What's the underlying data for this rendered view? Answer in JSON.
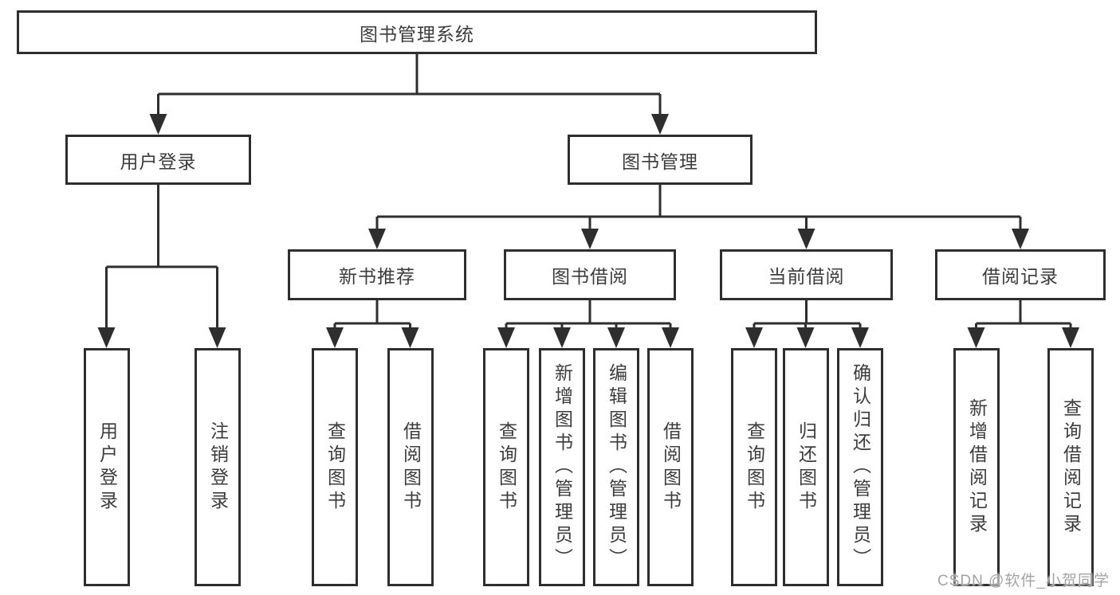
{
  "colors": {
    "line": "#2e2e2e",
    "text": "#3c3c3c",
    "watermark": "#a3a3a3",
    "bg": "#ffffff"
  },
  "tree": {
    "label": "图书管理系统",
    "children": [
      {
        "label": "用户登录",
        "children": [
          {
            "label": "用户登录"
          },
          {
            "label": "注销登录"
          }
        ]
      },
      {
        "label": "图书管理",
        "children": [
          {
            "label": "新书推荐",
            "children": [
              {
                "label": "查询图书"
              },
              {
                "label": "借阅图书"
              }
            ]
          },
          {
            "label": "图书借阅",
            "children": [
              {
                "label": "查询图书"
              },
              {
                "label": "新增图书（管理员）"
              },
              {
                "label": "编辑图书（管理员）"
              },
              {
                "label": "借阅图书"
              }
            ]
          },
          {
            "label": "当前借阅",
            "children": [
              {
                "label": "查询图书"
              },
              {
                "label": "归还图书"
              },
              {
                "label": "确认归还（管理员）"
              }
            ]
          },
          {
            "label": "借阅记录",
            "children": [
              {
                "label": "新增借阅记录"
              },
              {
                "label": "查询借阅记录"
              }
            ]
          }
        ]
      }
    ]
  },
  "watermark": {
    "text": "CSDN @软件_小贺同学"
  }
}
